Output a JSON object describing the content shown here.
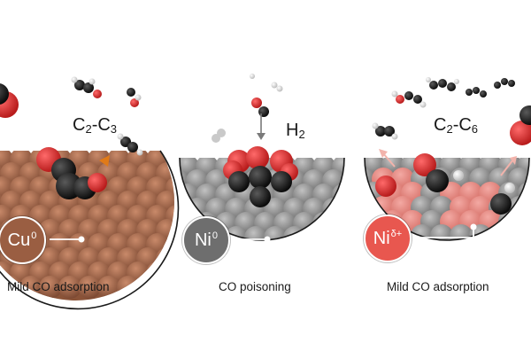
{
  "panels": [
    {
      "id": "cu",
      "metal_symbol": "Cu",
      "metal_charge": "0",
      "product_main": "C",
      "product_sub1": "2",
      "product_dash": "-C",
      "product_sub2": "3",
      "caption": "Mild CO adsorption",
      "surface_color": "#a8684a",
      "badge_color": "#9a5e42"
    },
    {
      "id": "ni0",
      "metal_symbol": "Ni",
      "metal_charge": "0",
      "product_main": "H",
      "product_sub1": "2",
      "caption": "CO poisoning",
      "surface_color": "#8c8c8c",
      "badge_color": "#6e6e6e"
    },
    {
      "id": "nid",
      "metal_symbol": "Ni",
      "metal_charge": "δ+",
      "product_main": "C",
      "product_sub1": "2",
      "product_dash": "-C",
      "product_sub2": "6",
      "caption": "Mild CO adsorption",
      "surface_color": "#9a9a9a",
      "badge_color": "#e8574f"
    }
  ],
  "colors": {
    "oxygen": "#d42a2a",
    "carbon": "#1c1c1c",
    "hydrogen": "#e6e6e6",
    "line": "#1a1a1a"
  }
}
